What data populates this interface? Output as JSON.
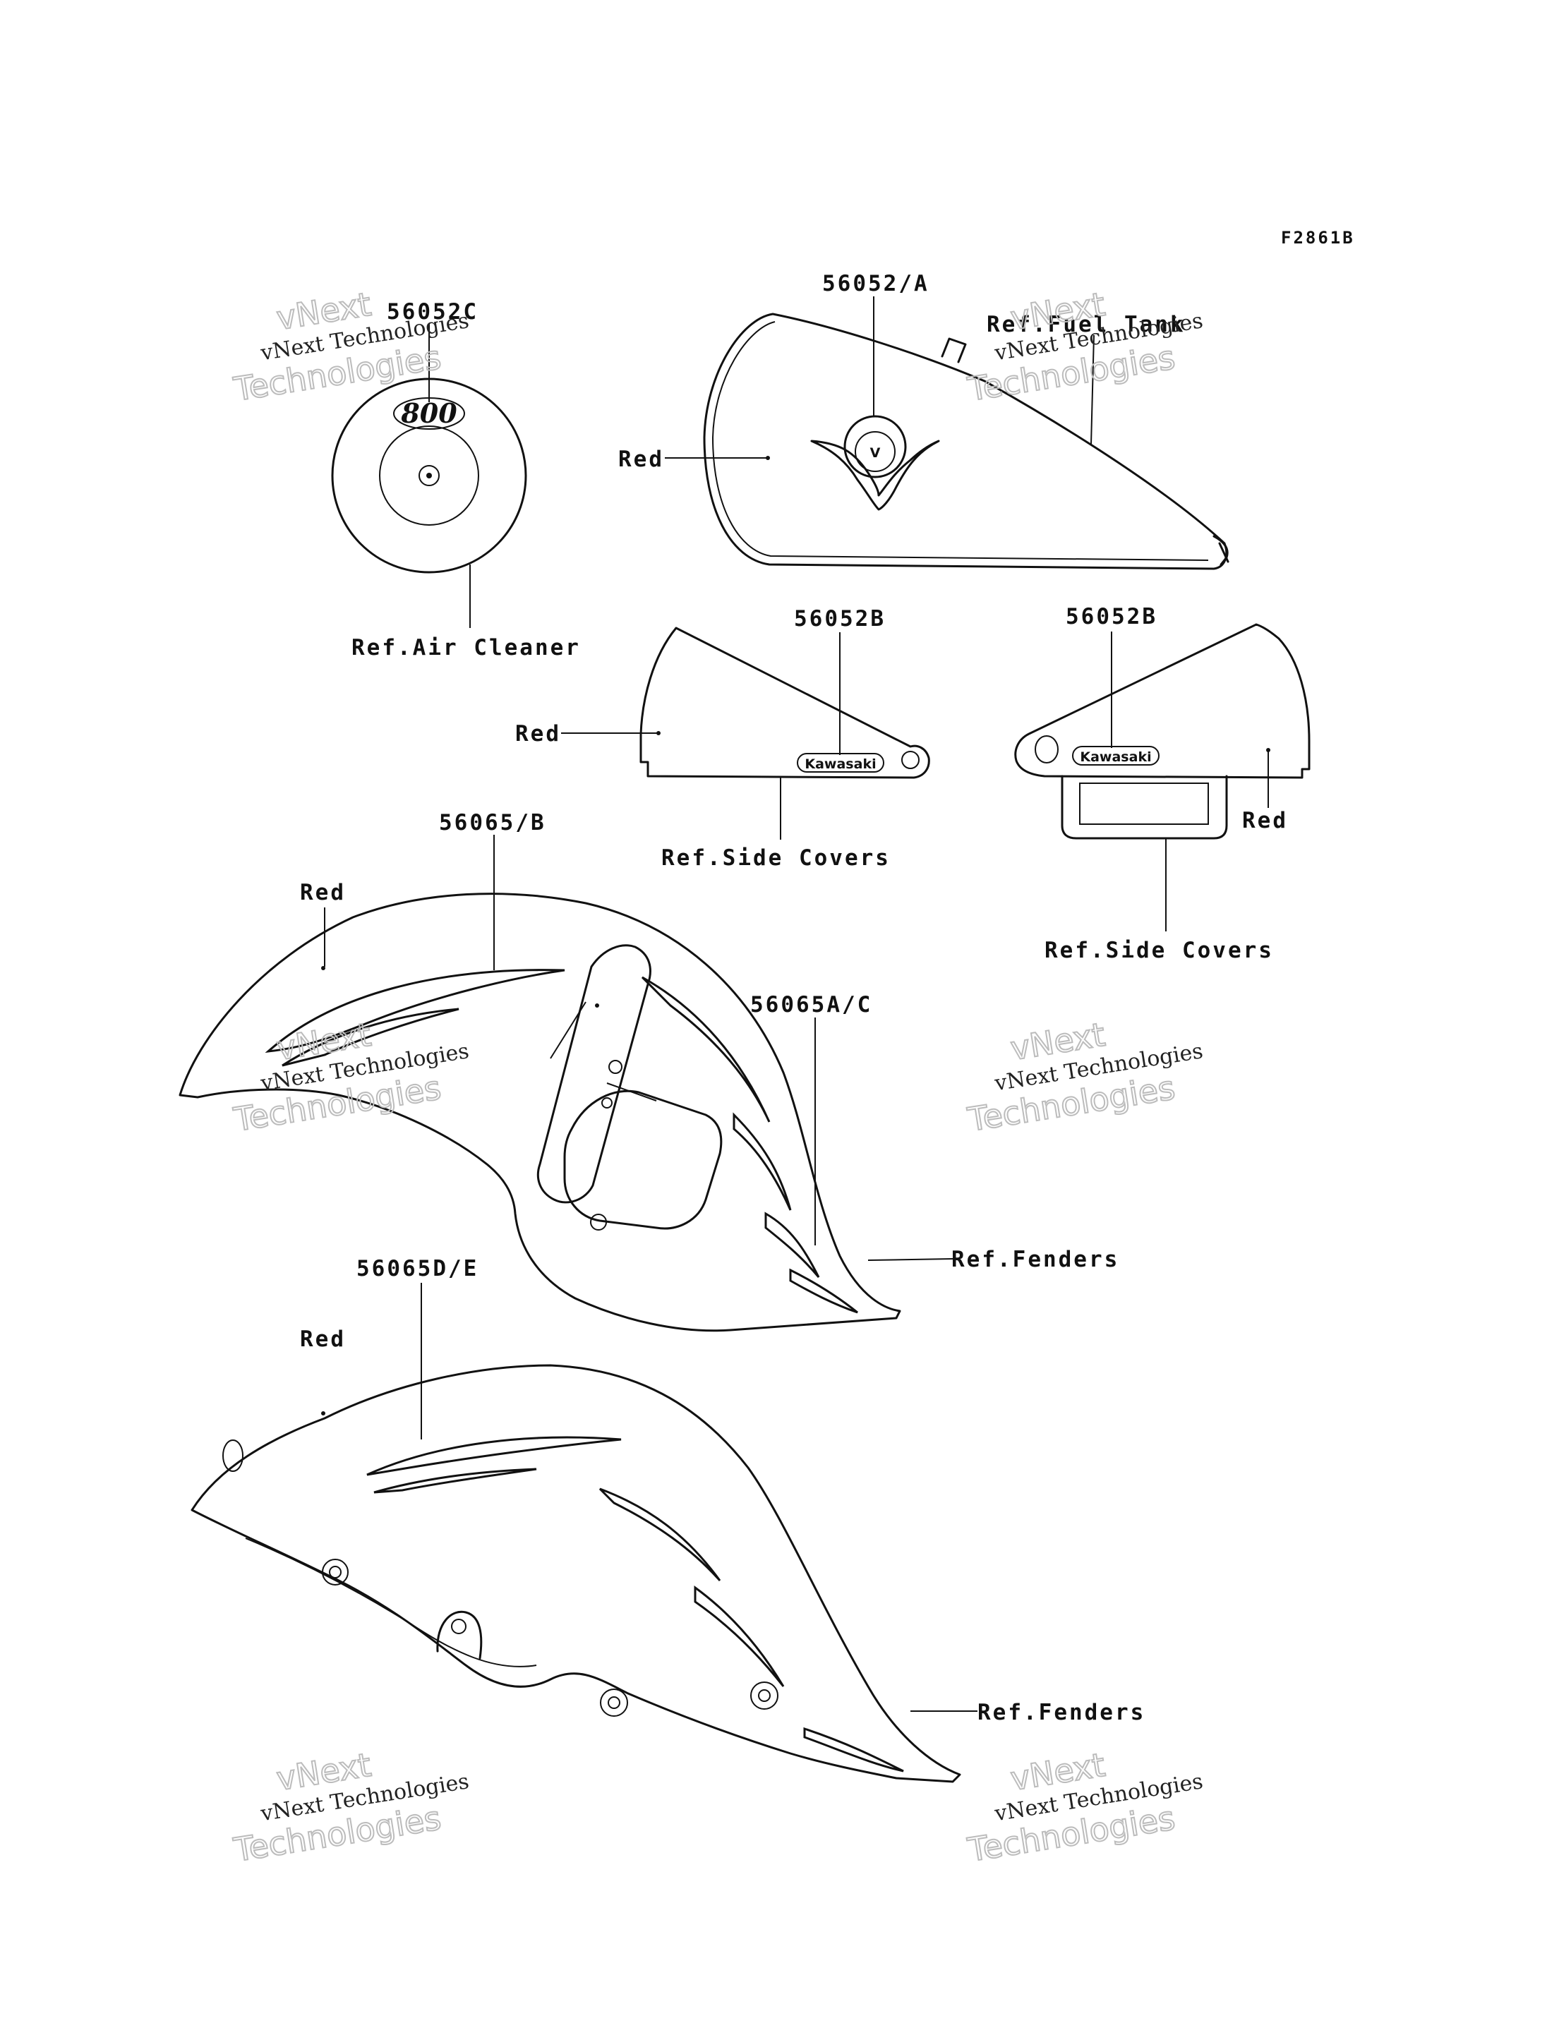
{
  "figure_id": "F2861B",
  "watermark": {
    "line1": "vNext",
    "line2": "vNext Technologies",
    "line3": "Technologies"
  },
  "emblems": {
    "air_cleaner_badge": "800",
    "side_cover_badge": "Kawasaki",
    "tank_badge_letter": "V"
  },
  "callouts": {
    "air_cleaner_part": "56052C",
    "air_cleaner_ref": "Ref.Air Cleaner",
    "tank_part": "56052/A",
    "tank_ref": "Ref.Fuel Tank",
    "tank_color": "Red",
    "left_cover_part": "56052B",
    "left_cover_color": "Red",
    "left_cover_ref": "Ref.Side Covers",
    "right_cover_part": "56052B",
    "right_cover_color": "Red",
    "right_cover_ref": "Ref.Side Covers",
    "front_fender_part_b": "56065/B",
    "front_fender_color": "Red",
    "front_fender_part_ac": "56065A/C",
    "front_fender_ref": "Ref.Fenders",
    "rear_fender_part": "56065D/E",
    "rear_fender_color": "Red",
    "rear_fender_ref": "Ref.Fenders"
  }
}
